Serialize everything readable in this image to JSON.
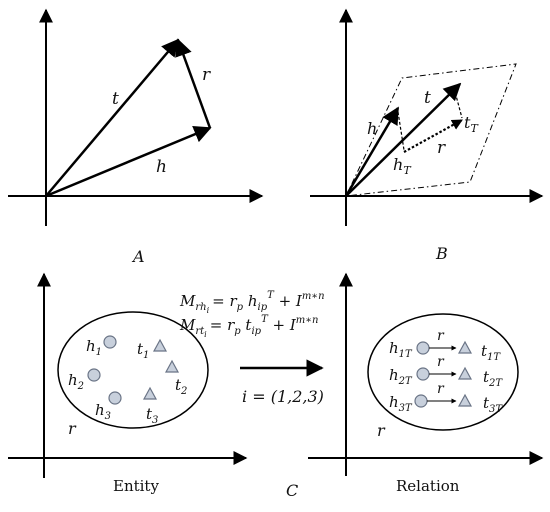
{
  "panel_a": {
    "caption": "A",
    "labels": {
      "t": "t",
      "r": "r",
      "h": "h"
    }
  },
  "panel_b": {
    "caption": "B",
    "labels": {
      "h": "h",
      "t": "t",
      "r": "r",
      "h_T": "h",
      "h_T_sub": "T",
      "t_T": "t",
      "t_T_sub": "T"
    }
  },
  "panel_c": {
    "caption": "C",
    "formula_1": {
      "lhs_main": "M",
      "lhs_sub": "rh",
      "lhs_subsub": "i",
      "rhs": "= r",
      "rhs_p": "p",
      "h": " h",
      "h_sub": "ip",
      "T": "T",
      "plus_I": " + I",
      "mn": "m∗n"
    },
    "formula_2": {
      "lhs_main": "M",
      "lhs_sub": "rt",
      "lhs_subsub": "i",
      "rhs": "= r",
      "rhs_p": "p",
      "t": " t",
      "t_sub": "ip",
      "T": "T",
      "plus_I": " + I",
      "mn": "m∗n"
    },
    "index_label": "i = (1,2,3)",
    "entity": {
      "caption": "Entity",
      "r_label": "r",
      "heads": [
        {
          "base": "h",
          "sub": "1"
        },
        {
          "base": "h",
          "sub": "2"
        },
        {
          "base": "h",
          "sub": "3"
        }
      ],
      "tails": [
        {
          "base": "t",
          "sub": "1"
        },
        {
          "base": "t",
          "sub": "2"
        },
        {
          "base": "t",
          "sub": "3"
        }
      ]
    },
    "relation": {
      "caption": "Relation",
      "r_label": "r",
      "rows": [
        {
          "h": "h",
          "h_sub": "1T",
          "r": "r",
          "t": "t",
          "t_sub": "1T"
        },
        {
          "h": "h",
          "h_sub": "2T",
          "r": "r",
          "t": "t",
          "t_sub": "2T"
        },
        {
          "h": "h",
          "h_sub": "3T",
          "r": "r",
          "t": "t",
          "t_sub": "3T"
        }
      ]
    }
  },
  "colors": {
    "node_fill": "#c8d0dc",
    "node_stroke": "#6a7486",
    "line": "#000000"
  }
}
